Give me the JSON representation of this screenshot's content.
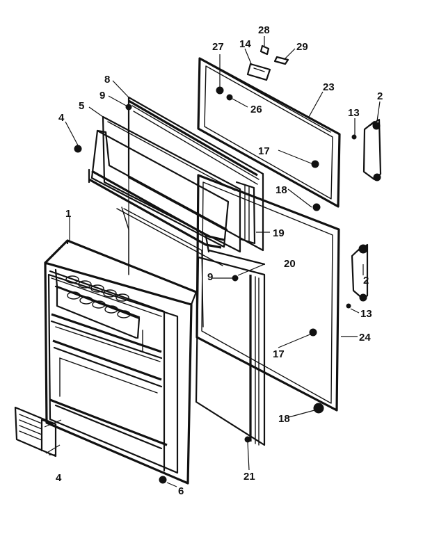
{
  "callouts": [
    {
      "id": "c28",
      "text": "28"
    },
    {
      "id": "c27",
      "text": "27"
    },
    {
      "id": "c14",
      "text": "14"
    },
    {
      "id": "c29",
      "text": "29"
    },
    {
      "id": "c8",
      "text": "8"
    },
    {
      "id": "c23",
      "text": "23"
    },
    {
      "id": "c9a",
      "text": "9"
    },
    {
      "id": "c26",
      "text": "26"
    },
    {
      "id": "c2a",
      "text": "2"
    },
    {
      "id": "c5",
      "text": "5"
    },
    {
      "id": "c13a",
      "text": "13"
    },
    {
      "id": "c4a",
      "text": "4"
    },
    {
      "id": "c17a",
      "text": "17"
    },
    {
      "id": "c18a",
      "text": "18"
    },
    {
      "id": "c1",
      "text": "1"
    },
    {
      "id": "c19",
      "text": "19"
    },
    {
      "id": "c20",
      "text": "20"
    },
    {
      "id": "c2b",
      "text": "2"
    },
    {
      "id": "c9b",
      "text": "9"
    },
    {
      "id": "c13b",
      "text": "13"
    },
    {
      "id": "c24",
      "text": "24"
    },
    {
      "id": "c17b",
      "text": "17"
    },
    {
      "id": "c18b",
      "text": "18"
    },
    {
      "id": "c4b",
      "text": "4"
    },
    {
      "id": "c21",
      "text": "21"
    },
    {
      "id": "c6",
      "text": "6"
    }
  ]
}
